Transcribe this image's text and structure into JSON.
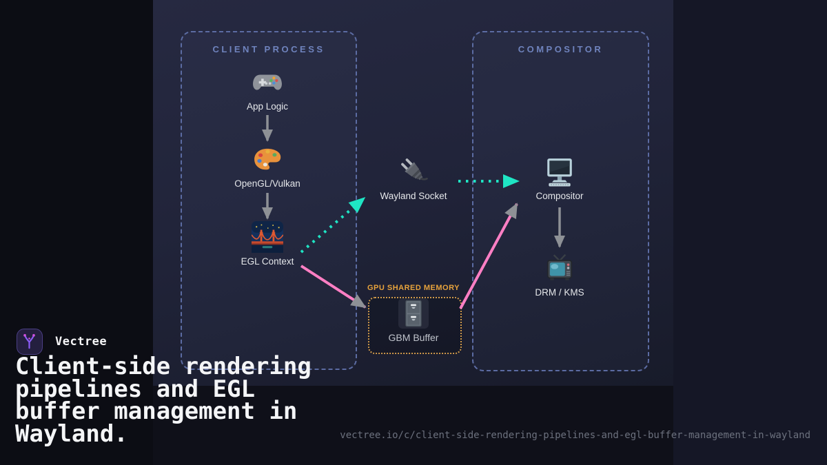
{
  "brand": {
    "name": "Vectree",
    "title_lines": [
      "Client-side rendering",
      "pipelines and EGL",
      "buffer management in",
      "Wayland."
    ]
  },
  "footer": {
    "url": "vectree.io/c/client-side-rendering-pipelines-and-egl-buffer-management-in-wayland"
  },
  "diagram": {
    "groups": [
      {
        "id": "client-process",
        "label": "CLIENT PROCESS"
      },
      {
        "id": "compositor",
        "label": "COMPOSITOR"
      },
      {
        "id": "gpu-shared-memory",
        "label": "GPU SHARED MEMORY"
      }
    ],
    "nodes": [
      {
        "id": "app-logic",
        "label": "App Logic",
        "icon": "gamepad-icon"
      },
      {
        "id": "opengl-vulkan",
        "label": "OpenGL/Vulkan",
        "icon": "palette-icon"
      },
      {
        "id": "egl-context",
        "label": "EGL Context",
        "icon": "bridge-night-icon"
      },
      {
        "id": "wayland-socket",
        "label": "Wayland Socket",
        "icon": "plug-icon"
      },
      {
        "id": "compositor-node",
        "label": "Compositor",
        "icon": "desktop-computer-icon"
      },
      {
        "id": "drm-kms",
        "label": "DRM / KMS",
        "icon": "television-icon"
      },
      {
        "id": "gbm-buffer",
        "label": "GBM Buffer",
        "icon": "file-cabinet-icon"
      }
    ],
    "edges": [
      {
        "from": "app-logic",
        "to": "opengl-vulkan",
        "style": "solid-gray"
      },
      {
        "from": "opengl-vulkan",
        "to": "egl-context",
        "style": "solid-gray"
      },
      {
        "from": "egl-context",
        "to": "wayland-socket",
        "style": "dotted-teal"
      },
      {
        "from": "wayland-socket",
        "to": "compositor-node",
        "style": "dotted-teal"
      },
      {
        "from": "egl-context",
        "to": "gbm-buffer",
        "style": "solid-pink"
      },
      {
        "from": "gbm-buffer",
        "to": "compositor-node",
        "style": "solid-pink"
      },
      {
        "from": "compositor-node",
        "to": "drm-kms",
        "style": "solid-gray"
      }
    ],
    "colors": {
      "teal_arrow": "#1fe5c4",
      "pink_arrow": "#ff7fc4",
      "gray_arrow": "#8e9196",
      "box_border": "#5c6ca3",
      "box_label": "#6f83bd",
      "memory_accent": "#e8a33c",
      "panel_bg": "#21243a"
    }
  }
}
